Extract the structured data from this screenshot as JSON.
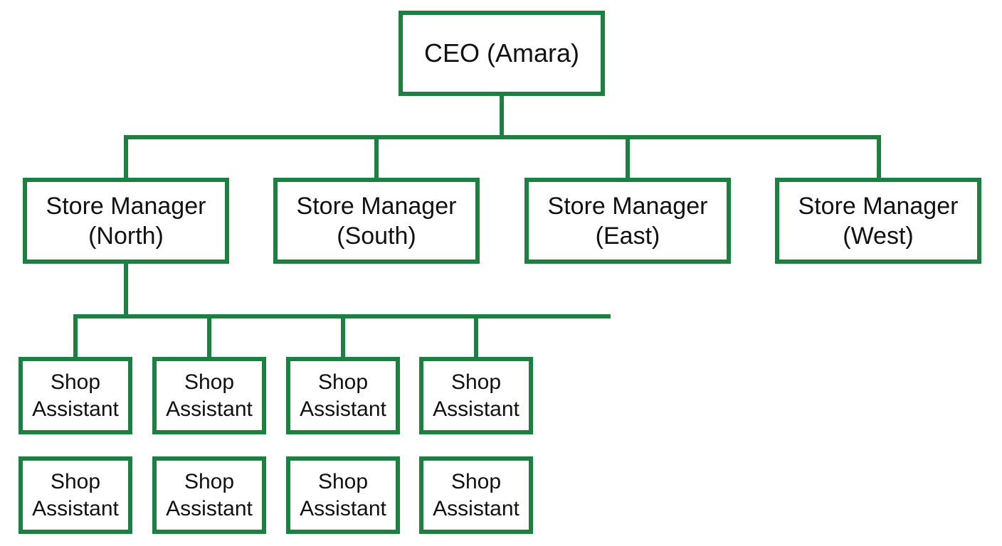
{
  "colors": {
    "line": "#1b8040",
    "box_border": "#1b8040",
    "text": "#111111",
    "background": "#ffffff"
  },
  "ceo": {
    "label": "CEO (Amara)"
  },
  "managers": [
    {
      "label": "Store Manager\n(North)"
    },
    {
      "label": "Store Manager\n(South)"
    },
    {
      "label": "Store Manager\n(East)"
    },
    {
      "label": "Store Manager\n(West)"
    }
  ],
  "assistants": {
    "row1": [
      {
        "label": "Shop\nAssistant"
      },
      {
        "label": "Shop\nAssistant"
      },
      {
        "label": "Shop\nAssistant"
      },
      {
        "label": "Shop\nAssistant"
      }
    ],
    "row2": [
      {
        "label": "Shop\nAssistant"
      },
      {
        "label": "Shop\nAssistant"
      },
      {
        "label": "Shop\nAssistant"
      },
      {
        "label": "Shop\nAssistant"
      }
    ]
  }
}
